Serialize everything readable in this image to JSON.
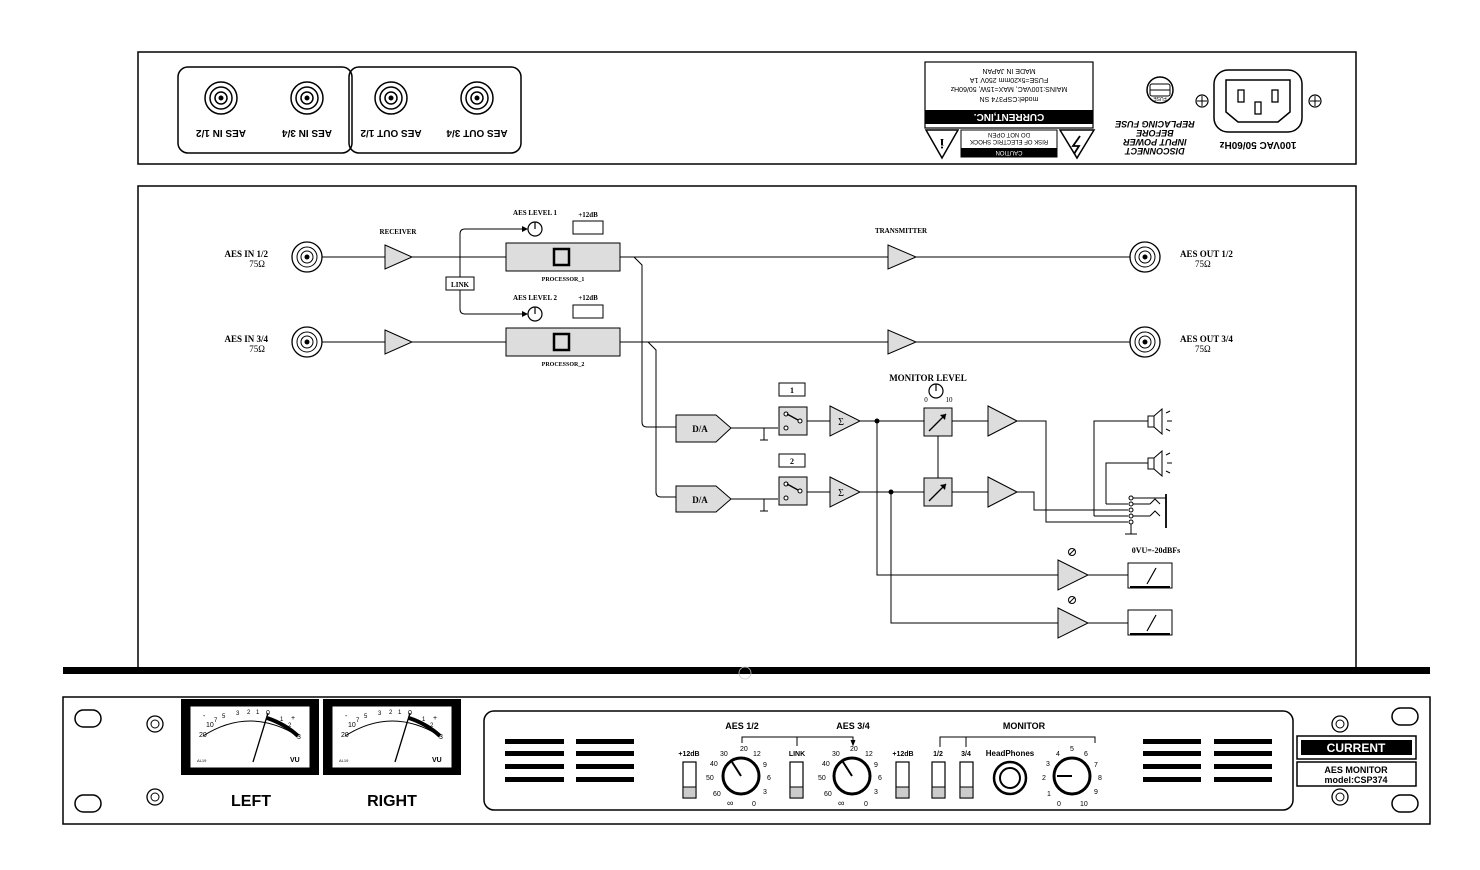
{
  "rear_panel": {
    "jacks": [
      "AES IN 1/2",
      "AES IN 3/4",
      "AES OUT 1/2",
      "AES OUT 3/4"
    ],
    "label_company": "CURRENT,INC.",
    "label_model": "model:CSP374 SN",
    "label_mains": "MAINS:100VAC, MAX=15W, 50/60Hz",
    "label_fuse": "FUSE=5x20mm 250V 1A",
    "label_origin": "MADE IN JAPAN",
    "caution_title": "CAUTION",
    "caution_line1": "RISK OF ELECTRIC SHOCK",
    "caution_line2": "DO NOT OPEN",
    "fuse_small": "FUSE",
    "fuse_warning": [
      "DISCONNECT",
      "INPUT POWER",
      "BEFORE",
      "REPLACING FUSE"
    ],
    "power_label": "100VAC 50/60Hz"
  },
  "diagram": {
    "in12": "AES IN 1/2",
    "in34": "AES IN 3/4",
    "out12": "AES OUT 1/2",
    "out34": "AES OUT 3/4",
    "ohm": "75Ω",
    "receiver": "RECEIVER",
    "transmitter": "TRANSMITTER",
    "aes_level_1": "AES LEVEL 1",
    "aes_level_2": "AES LEVEL 2",
    "plus12": "+12dB",
    "link": "LINK",
    "processor_1": "PROCESSOR_1",
    "processor_2": "PROCESSOR_2",
    "da": "D/A",
    "sel1": "1",
    "sel2": "2",
    "sigma": "Σ",
    "monitor_level": "MONITOR LEVEL",
    "ml_min": "0",
    "ml_max": "10",
    "zero_vu": "0VU=-20dBFs"
  },
  "front_panel": {
    "meter_scale": [
      "20",
      "10",
      "7",
      "5",
      "3",
      "2",
      "1",
      "0",
      "1",
      "2",
      "3"
    ],
    "meter_vu": "VU",
    "meter_brand": "AL19",
    "meter_minus": "-",
    "meter_plus": "+",
    "left_label": "LEFT",
    "right_label": "RIGHT",
    "aes12": "AES 1/2",
    "aes34": "AES 3/4",
    "monitor": "MONITOR",
    "plus12": "+12dB",
    "link": "LINK",
    "sel12": "1/2",
    "sel34": "3/4",
    "headphones": "HeadPhones",
    "knob_scale": [
      "20",
      "12",
      "9",
      "6",
      "3",
      "0",
      "∞",
      "60",
      "50",
      "40",
      "30"
    ],
    "vol_scale": [
      "5",
      "6",
      "7",
      "8",
      "9",
      "10",
      "0",
      "1",
      "2",
      "3",
      "4"
    ],
    "brand": "CURRENT",
    "product": "AES MONITOR",
    "model": "model:CSP374"
  }
}
